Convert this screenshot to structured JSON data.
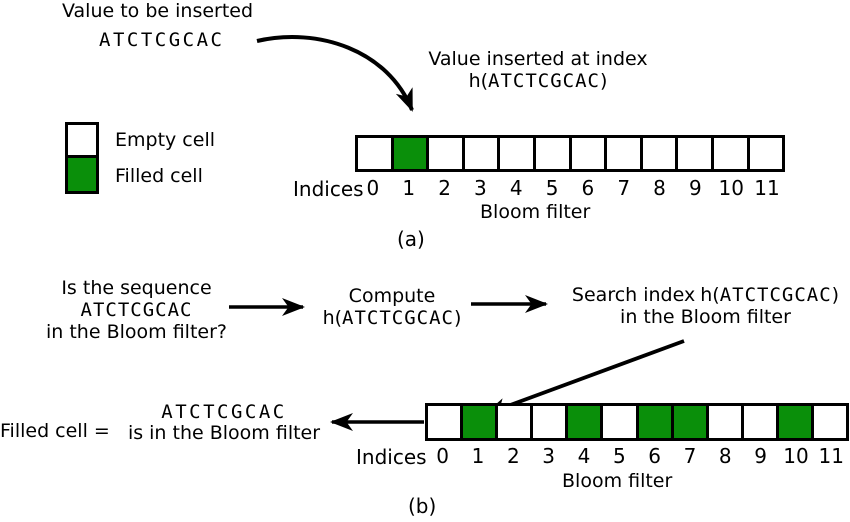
{
  "colors": {
    "filled_cell": "#0a8f0a",
    "empty_cell": "#ffffff",
    "line": "#000000",
    "background": "#ffffff"
  },
  "part_a": {
    "part_label": "(a)",
    "insert_label": "Value to be inserted",
    "insert_value": "ATCTCGCAC",
    "inserted_at": {
      "line1": "Value inserted at index",
      "hash_open": "h(",
      "hash_value": "ATCTCGCAC",
      "hash_close": ")"
    },
    "legend": {
      "empty_label": "Empty cell",
      "filled_label": "Filled cell"
    },
    "array": {
      "indices_label": "Indices",
      "indices": [
        "0",
        "1",
        "2",
        "3",
        "4",
        "5",
        "6",
        "7",
        "8",
        "9",
        "10",
        "11"
      ],
      "filled": [
        1
      ],
      "caption": "Bloom filter"
    }
  },
  "part_b": {
    "part_label": "(b)",
    "question": {
      "line1": "Is the sequence",
      "value": "ATCTCGCAC",
      "line3": "in the Bloom filter?"
    },
    "compute": {
      "line1": "Compute",
      "hash_open": "h(",
      "hash_value": "ATCTCGCAC",
      "hash_close": ")"
    },
    "search": {
      "line1_prefix": "Search index",
      "hash_open": "h(",
      "hash_value": "ATCTCGCAC",
      "hash_close": ")",
      "line2": "in the Bloom filter"
    },
    "result": {
      "prefix": "Filled cell =",
      "value": "ATCTCGCAC",
      "line2": "is in the Bloom filter"
    },
    "array": {
      "indices_label": "Indices",
      "indices": [
        "0",
        "1",
        "2",
        "3",
        "4",
        "5",
        "6",
        "7",
        "8",
        "9",
        "10",
        "11"
      ],
      "filled": [
        1,
        4,
        6,
        7,
        10
      ],
      "caption": "Bloom filter"
    }
  }
}
